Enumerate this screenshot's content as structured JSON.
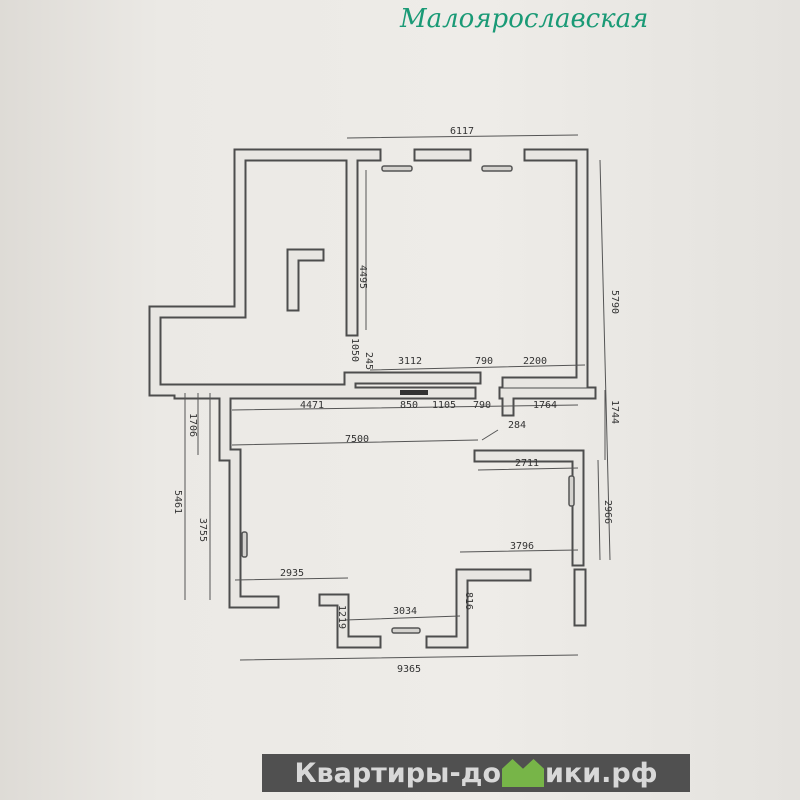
{
  "title": "Малоярославская",
  "watermark": {
    "text_left": "Квартиры-до",
    "text_right": "ики.рф",
    "logo": "houses"
  },
  "dimensions": {
    "top_width": "6117",
    "right_upper": "5790",
    "left_room_height": "4495",
    "d1050": "1050",
    "d245": "245",
    "d3112": "3112",
    "d790a": "790",
    "d2200": "2200",
    "d4471": "4471",
    "d850": "850",
    "d1105": "1105",
    "d790b": "790",
    "d1764": "1764",
    "d284": "284",
    "d1744": "1744",
    "d1706": "1706",
    "d7500": "7500",
    "d2711": "2711",
    "d5461": "5461",
    "d3755": "3755",
    "d2966": "2966",
    "d3796": "3796",
    "d2935": "2935",
    "d1219": "1219",
    "d3034": "3034",
    "d816": "816",
    "bottom_width": "9365"
  },
  "colors": {
    "ink": "#4d4d4d",
    "title": "#1a9a76",
    "banner": "#505050",
    "logo": "#77b548"
  }
}
